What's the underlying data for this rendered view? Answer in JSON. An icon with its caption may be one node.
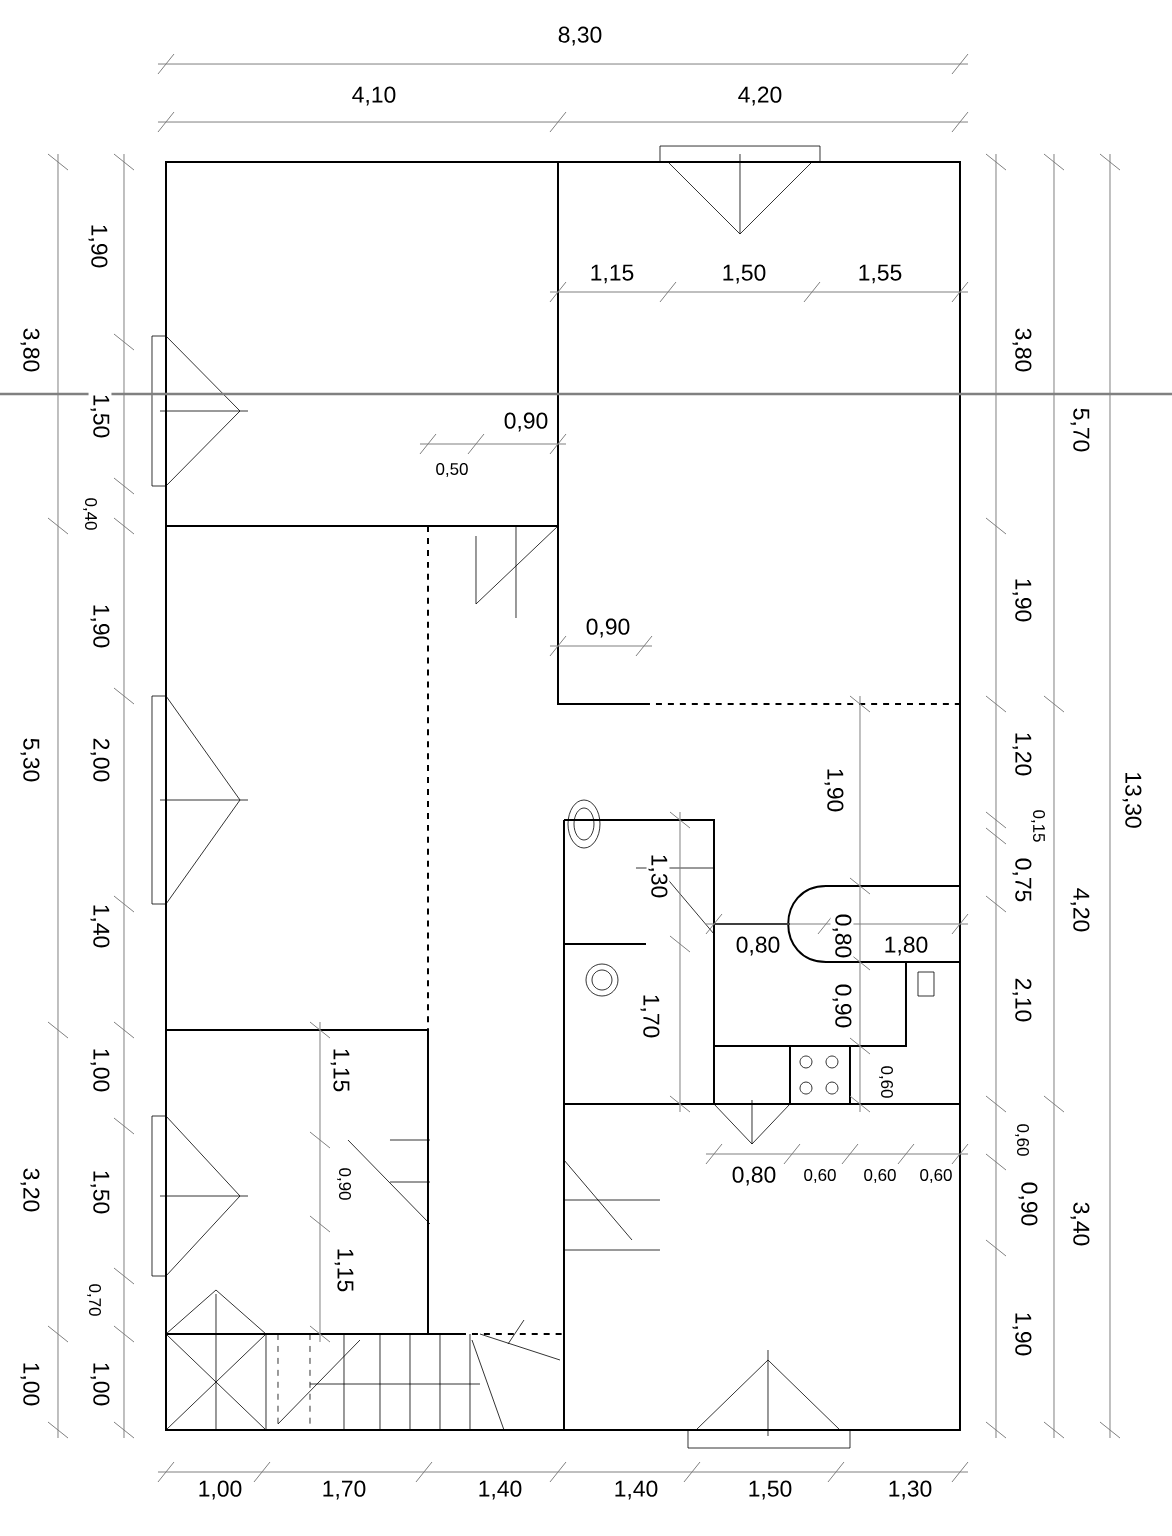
{
  "diagram": {
    "labels": [
      "8,30",
      "4,10",
      "4,20",
      "1,90",
      "3,80",
      "1,15",
      "1,50",
      "1,55",
      "3,80",
      "1,50",
      "5,70",
      "0,90",
      "0,50",
      "0,40",
      "1,90",
      "0,90",
      "1,90",
      "5,30",
      "2,00",
      "1,20",
      "1,90",
      "13,30",
      "0,15",
      "1,30",
      "0,75",
      "4,20",
      "0,80",
      "0,80",
      "1,80",
      "1,40",
      "1,70",
      "0,90",
      "2,10",
      "1,00",
      "1,15",
      "0,60",
      "3,20",
      "0,80",
      "0,60",
      "0,60",
      "0,60",
      "0,60",
      "1,50",
      "0,90",
      "0,90",
      "3,40",
      "1,15",
      "0,70",
      "1,90",
      "1,00",
      "1,00",
      "1,00",
      "1,70",
      "1,40",
      "1,40",
      "1,50",
      "1,30"
    ]
  }
}
